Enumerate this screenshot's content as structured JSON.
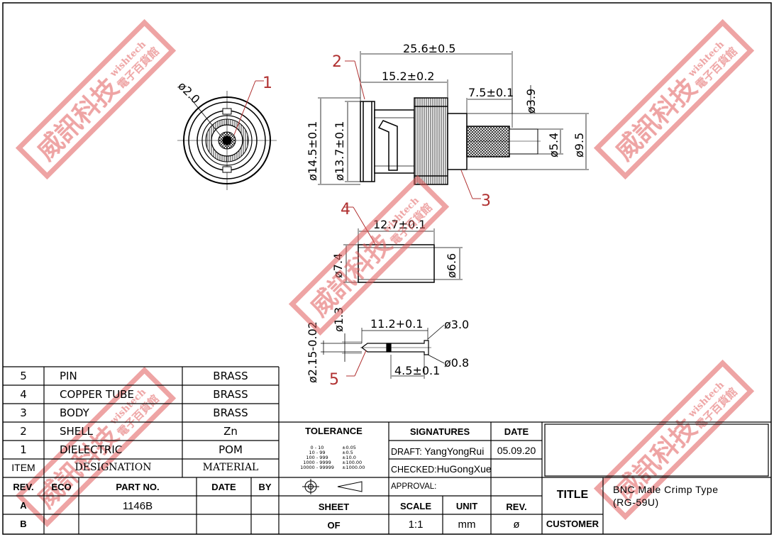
{
  "dims": {
    "overall_length": "25.6±0.5",
    "body_length": "15.2±0.2",
    "tail_length": "7.5±0.1",
    "front_dia": "ø2.0",
    "od_145": "ø14.5±0.1",
    "od_137": "ø13.7±0.1",
    "d39": "ø3.9",
    "d54": "ø5.4",
    "d95": "ø9.5",
    "tube_length": "12.7±0.1",
    "tube_od": "ø7.4",
    "tube_id": "ø6.6",
    "pin_length": "11.2+0.1",
    "pin_d30": "ø3.0",
    "pin_d08": "ø0.8",
    "pin_d13": "ø1.3",
    "pin_d215": "ø2.15-0.02",
    "pin_45": "4.5±0.1"
  },
  "callouts": [
    "1",
    "2",
    "3",
    "4",
    "5"
  ],
  "watermark": {
    "line1": "威訊科技",
    "line2": "wishtech",
    "line3": "電子百貨館"
  },
  "bom": {
    "rows": [
      {
        "item": "5",
        "designation": "PIN",
        "material": "BRASS"
      },
      {
        "item": "4",
        "designation": "COPPER TUBE",
        "material": "BRASS"
      },
      {
        "item": "3",
        "designation": "BODY",
        "material": "BRASS"
      },
      {
        "item": "2",
        "designation": "SHELL",
        "material": "Zn"
      },
      {
        "item": "1",
        "designation": "DIELECTRIC",
        "material": "POM"
      }
    ],
    "header": {
      "item": "ITEM",
      "designation": "DESIGNATION",
      "material": "MATERIAL"
    }
  },
  "revs": {
    "header": {
      "rev": "REV.",
      "eco": "ECO",
      "part": "PART NO.",
      "date": "DATE",
      "by": "BY"
    },
    "rows": [
      {
        "rev": "A",
        "part": "1146B"
      },
      {
        "rev": "B",
        "part": ""
      }
    ]
  },
  "tolerance": {
    "title": "TOLERANCE",
    "ranges": [
      "0 - 10",
      "10 - 99",
      "100 - 999",
      "1000 - 9999",
      "10000 - 99999"
    ],
    "values": [
      "±0.05",
      "±0.5",
      "±10.0",
      "±100.00",
      "±1000.00"
    ]
  },
  "signatures": {
    "title": "SIGNATURES",
    "date_label": "DATE",
    "draft_label": "DRAFT:",
    "draft_name": "YangYongRui",
    "date": "05.09.20",
    "checked_label": "CHECKED:",
    "checked_name": "HuGongXue",
    "approval_label": "APPROVAL:"
  },
  "sheet": {
    "sheet_label": "SHEET",
    "of_label": "OF",
    "scale_label": "SCALE",
    "scale": "1:1",
    "unit_label": "UNIT",
    "unit": "mm",
    "rev_label": "REV.",
    "rev": "ø"
  },
  "title_block": {
    "title_label": "TITLE",
    "title_line1": "BNC Male Crimp Type",
    "title_line2": "(RG-59U)",
    "customer_label": "CUSTOMER"
  }
}
